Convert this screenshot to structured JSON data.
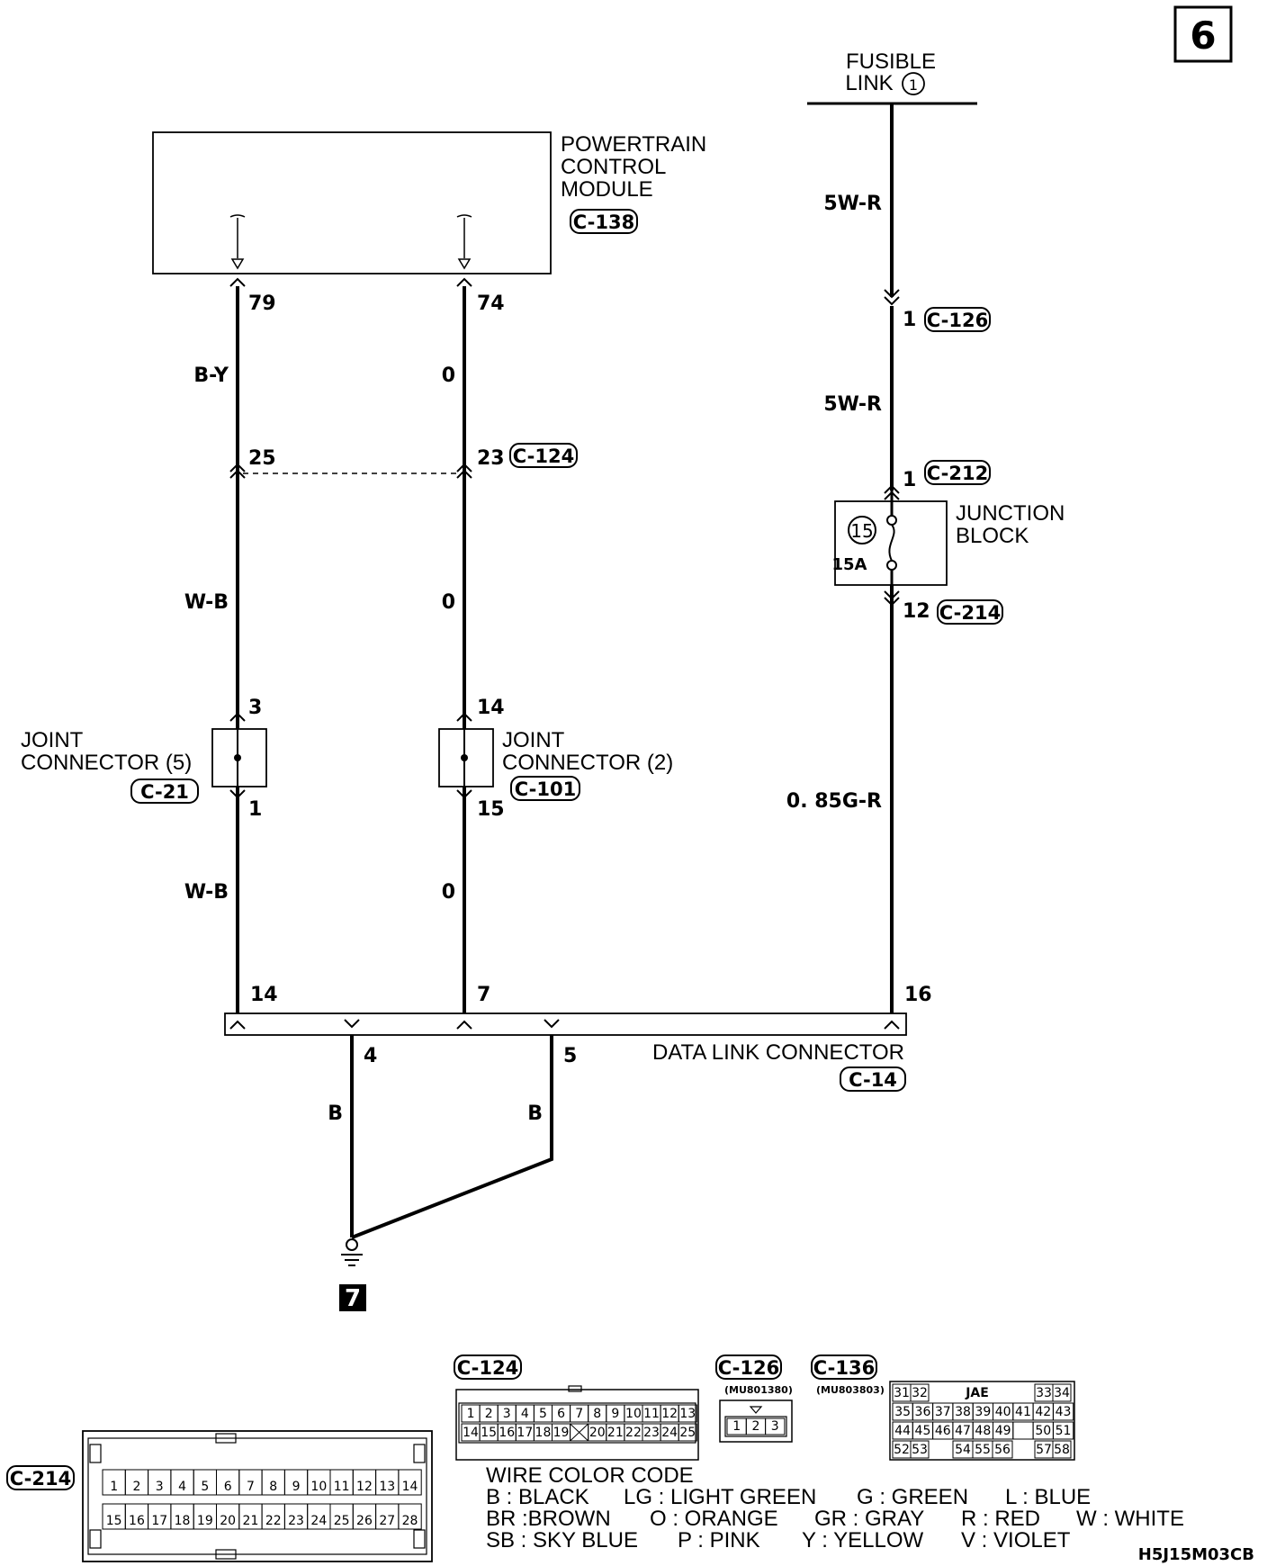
{
  "page_number": "6",
  "fusible_link": {
    "line1": "FUSIBLE",
    "line2": "LINK",
    "num": "1"
  },
  "pcm": {
    "line1": "POWERTRAIN",
    "line2": "CONTROL",
    "line3": "MODULE",
    "conn": "C-138"
  },
  "junction_block": {
    "line1": "JUNCTION",
    "line2": "BLOCK",
    "fuse_num": "15",
    "rating": "15A"
  },
  "joint5": {
    "line1": "JOINT",
    "line2": "CONNECTOR (5)",
    "conn": "C-21"
  },
  "joint2": {
    "line1": "JOINT",
    "line2": "CONNECTOR (2)",
    "conn": "C-101"
  },
  "dlc": {
    "label": "DATA LINK CONNECTOR",
    "conn": "C-14"
  },
  "ground_ref": "7",
  "wires": {
    "w_5wr_top": "5W-R",
    "w_5wr_mid": "5W-R",
    "w_by": "B-Y",
    "w_o1": "0",
    "w_wb1": "W-B",
    "w_o2": "0",
    "w_085gr": "0. 85G-R",
    "w_wb2": "W-B",
    "w_o3": "0",
    "w_b1": "B",
    "w_b2": "B"
  },
  "pins": {
    "p79": "79",
    "p74": "74",
    "p25": "25",
    "p23": "23",
    "p1a": "1",
    "p1b": "1",
    "p12": "12",
    "p3": "3",
    "p14a": "14",
    "p1c": "1",
    "p15": "15",
    "p14b": "14",
    "p7": "7",
    "p16": "16",
    "p4": "4",
    "p5": "5"
  },
  "connectors": {
    "c126": "C-126",
    "c124": "C-124",
    "c212": "C-212",
    "c214": "C-214"
  },
  "views": {
    "c124": {
      "label": "C-124",
      "row1": [
        "1",
        "2",
        "3",
        "4",
        "5",
        "6",
        "7",
        "8",
        "9",
        "10",
        "11",
        "12",
        "13"
      ],
      "row2": [
        "14",
        "15",
        "16",
        "17",
        "18",
        "19",
        "",
        "20",
        "21",
        "22",
        "23",
        "24",
        "25"
      ]
    },
    "c126": {
      "label": "C-126",
      "part": "(MU801380)",
      "cells": [
        "1",
        "2",
        "3"
      ]
    },
    "c136": {
      "label": "C-136",
      "part": "(MU803803)",
      "jae": "JAE",
      "r1a": [
        "31",
        "32"
      ],
      "r1b": [
        "33",
        "34"
      ],
      "r2": [
        "35",
        "36",
        "37",
        "38",
        "39",
        "40",
        "41",
        "42",
        "43"
      ],
      "r3": [
        "44",
        "45",
        "46",
        "47",
        "48",
        "49",
        "",
        "50",
        "51"
      ],
      "r4a": [
        "52",
        "53"
      ],
      "r4b": [
        "54",
        "55",
        "56"
      ],
      "r4c": [
        "57",
        "58"
      ]
    },
    "c214": {
      "label": "C-214",
      "row1": [
        "1",
        "2",
        "3",
        "4",
        "5",
        "6",
        "7",
        "8",
        "9",
        "10",
        "11",
        "12",
        "13",
        "14"
      ],
      "row2": [
        "15",
        "16",
        "17",
        "18",
        "19",
        "20",
        "21",
        "22",
        "23",
        "24",
        "25",
        "26",
        "27",
        "28"
      ]
    }
  },
  "color_code": {
    "title": "WIRE COLOR CODE",
    "line1": [
      "B : BLACK",
      "LG : LIGHT GREEN",
      "G : GREEN",
      "L : BLUE"
    ],
    "line2": [
      "BR :BROWN",
      "O : ORANGE",
      "GR : GRAY",
      "R : RED",
      "W : WHITE"
    ],
    "line3": [
      "SB : SKY BLUE",
      "P : PINK",
      "Y : YELLOW",
      "V : VIOLET"
    ]
  },
  "figure_code": "H5J15M03CB"
}
